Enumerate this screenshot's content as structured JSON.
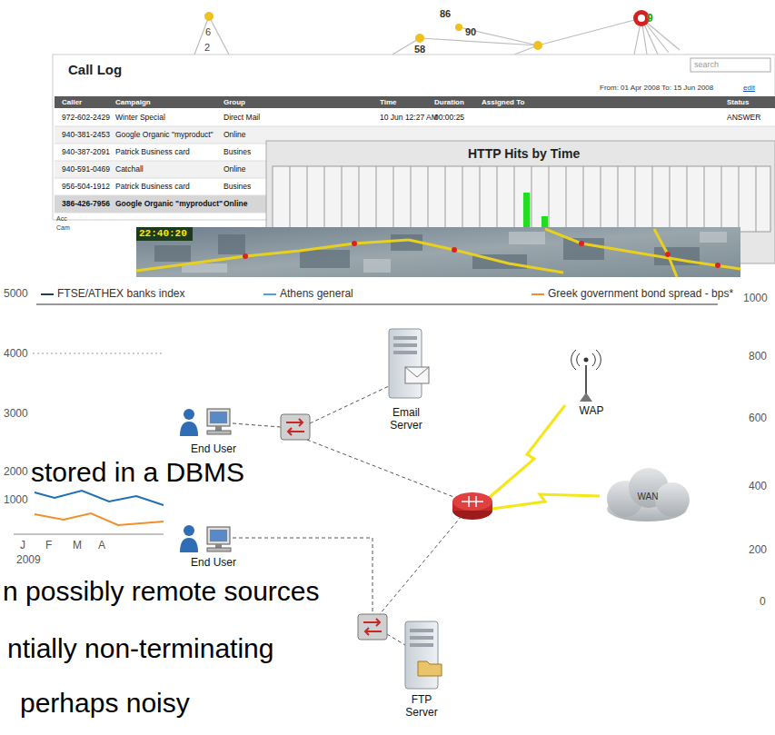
{
  "diagram": {
    "nodes": [
      {
        "text": [
          "Email Server"
        ]
      },
      {
        "text": [
          "WAP"
        ]
      },
      {
        "text": [
          "End User"
        ]
      },
      {
        "text": [
          "WAN"
        ]
      },
      {
        "text": [
          "End User"
        ]
      },
      {
        "text": [
          "FTP Server"
        ]
      }
    ],
    "labels": [
      "6",
      "2",
      "86",
      "90",
      "58",
      "9",
      "Call Log",
      "search",
      "From: 01 Apr 2008 To: 15 Jun 2008",
      "edit",
      "Caller",
      "Campaign",
      "Group",
      "Time",
      "Duration",
      "Assigned To",
      "Status",
      "972-602-2429",
      "Winter Special",
      "Direct Mail",
      "10 Jun 12:27 AM",
      "00:00:25",
      "ANSWER",
      "940-381-2453",
      "Google Organic \"myproduct\"",
      "Online",
      "940-387-2091",
      "Patrick Business card",
      "Busines",
      "940-591-0469",
      "Catchall",
      "Online",
      "956-504-1912",
      "Patrick Business card",
      "Busines",
      "386-426-7956",
      "Google Organic \"myproduct\"",
      "Online",
      "Acc",
      "Cam",
      "HTTP Hits by Time",
      "22:40:20",
      "5000",
      "4000",
      "3000",
      "2000",
      "1000",
      "1000",
      "800",
      "600",
      "400",
      "200",
      "0",
      "J",
      "F",
      "M",
      "A",
      "2009",
      "stored in a DBMS",
      "n possibly remote sources",
      "ntially non-terminating",
      "perhaps noisy"
    ],
    "legend": [
      {
        "text": "FTSE/ATHEX banks index"
      },
      {
        "text": "Athens general"
      },
      {
        "text": "Greek government bond spread - bps*"
      }
    ]
  }
}
